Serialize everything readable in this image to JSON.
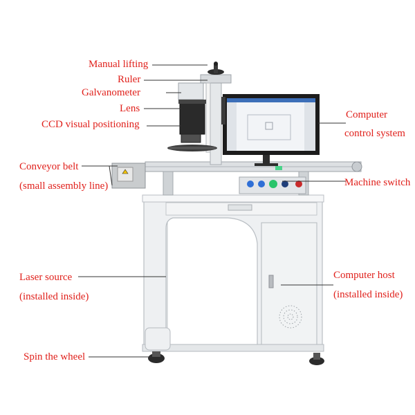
{
  "labels": {
    "manual_lifting": "Manual lifting",
    "ruler": "Ruler",
    "galvanometer": "Galvanometer",
    "lens": "Lens",
    "ccd": "CCD visual positioning",
    "conveyor_line1": "Conveyor belt",
    "conveyor_line2": "(small assembly line)",
    "laser_line1": "Laser source",
    "laser_line2": "(installed inside)",
    "wheel": "Spin the wheel",
    "computer_line1": "Computer",
    "computer_line2": "control system",
    "machine_switch": "Machine switch",
    "host_line1": "Computer host",
    "host_line2": "(installed inside)"
  },
  "colors": {
    "label_text": "#e0201b",
    "leader_line": "#333333",
    "machine_body": "#eceff1",
    "machine_edge": "#b8bdc2",
    "monitor_frame": "#1c1c1c",
    "laser_head": "#2a2a2a",
    "button_blue": "#2f6fd6",
    "button_green": "#29c46b",
    "warning_label": "#d8d8d8"
  }
}
